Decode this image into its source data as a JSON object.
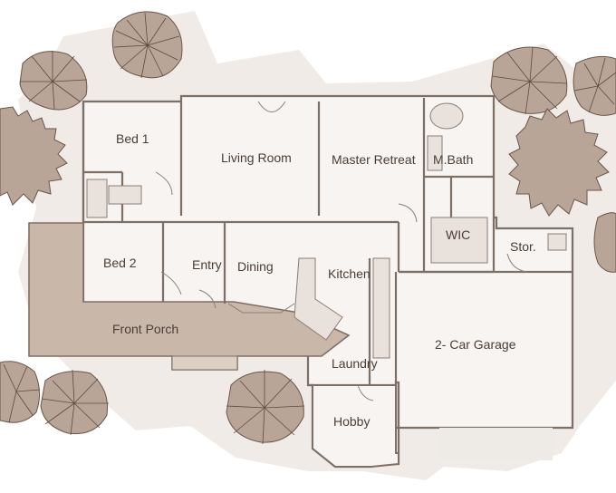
{
  "plan": {
    "rooms": [
      {
        "id": "bed-1",
        "label": "Bed 1"
      },
      {
        "id": "living-room",
        "label": "Living Room"
      },
      {
        "id": "master-retreat",
        "label": "Master Retreat"
      },
      {
        "id": "master-bath",
        "label": "M.Bath"
      },
      {
        "id": "wic",
        "label": "WIC"
      },
      {
        "id": "storage",
        "label": "Stor."
      },
      {
        "id": "bed-2",
        "label": "Bed 2"
      },
      {
        "id": "entry",
        "label": "Entry"
      },
      {
        "id": "dining",
        "label": "Dining"
      },
      {
        "id": "kitchen",
        "label": "Kitchen"
      },
      {
        "id": "front-porch",
        "label": "Front Porch"
      },
      {
        "id": "garage",
        "label": "2- Car Garage"
      },
      {
        "id": "laundry",
        "label": "Laundry"
      },
      {
        "id": "hobby",
        "label": "Hobby"
      }
    ],
    "colors": {
      "background": "#ffffff",
      "lot": "#f0ebe7",
      "interior": "#f7f4f1",
      "porch": "#c9b8aa",
      "wall": "#7d6f66",
      "tree_fill": "#b8a597",
      "tree_line": "#6b5649",
      "label": "#4a3d35"
    }
  }
}
